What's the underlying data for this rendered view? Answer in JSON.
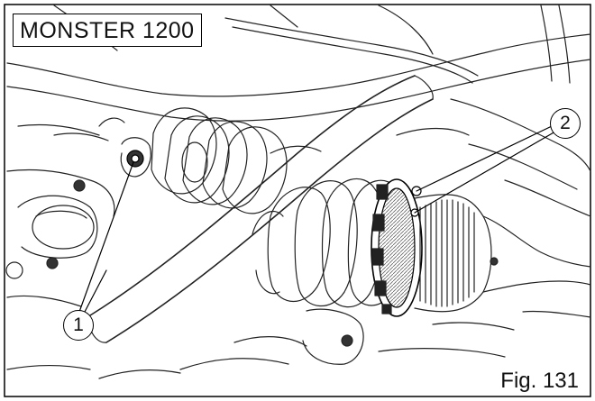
{
  "model_label": "MONSTER 1200",
  "figure_caption": "Fig. 131",
  "callouts": [
    {
      "id": "1"
    },
    {
      "id": "2"
    }
  ]
}
